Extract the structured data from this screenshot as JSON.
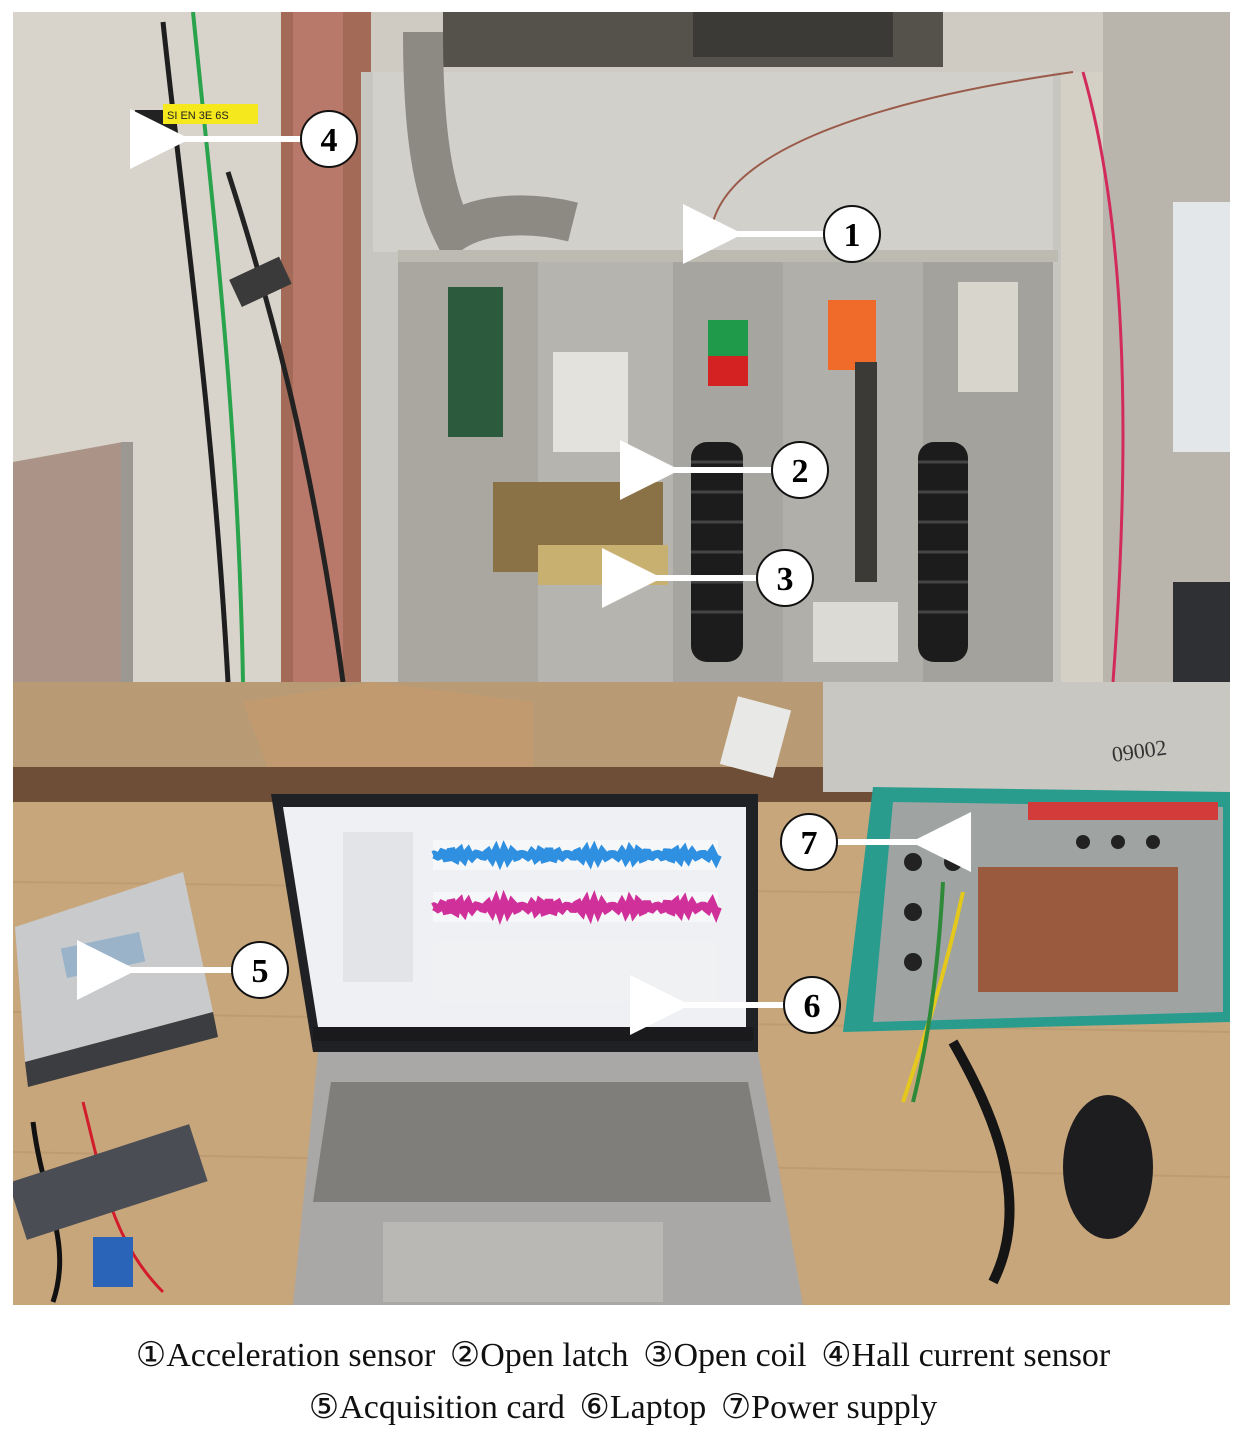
{
  "callouts": {
    "c1": "1",
    "c2": "2",
    "c3": "3",
    "c4": "4",
    "c5": "5",
    "c6": "6",
    "c7": "7"
  },
  "sensor_tag_text": "SI EN 3E 6S",
  "power_supply_handwriting": "09002",
  "caption": {
    "line1": [
      "①Acceleration sensor",
      "②Open latch",
      "③Open coil",
      "④Hall current sensor"
    ],
    "line2": [
      "⑤Acquisition card",
      "⑥Laptop",
      "⑦Power supply"
    ]
  },
  "colors": {
    "accent_waveform_1": "#2f8fe0",
    "accent_waveform_2": "#d0309a",
    "power_supply_frame": "#2a9c8e",
    "switch_green": "#1f9a4a",
    "switch_red": "#d42222",
    "indicator_orange": "#f06a2a"
  }
}
